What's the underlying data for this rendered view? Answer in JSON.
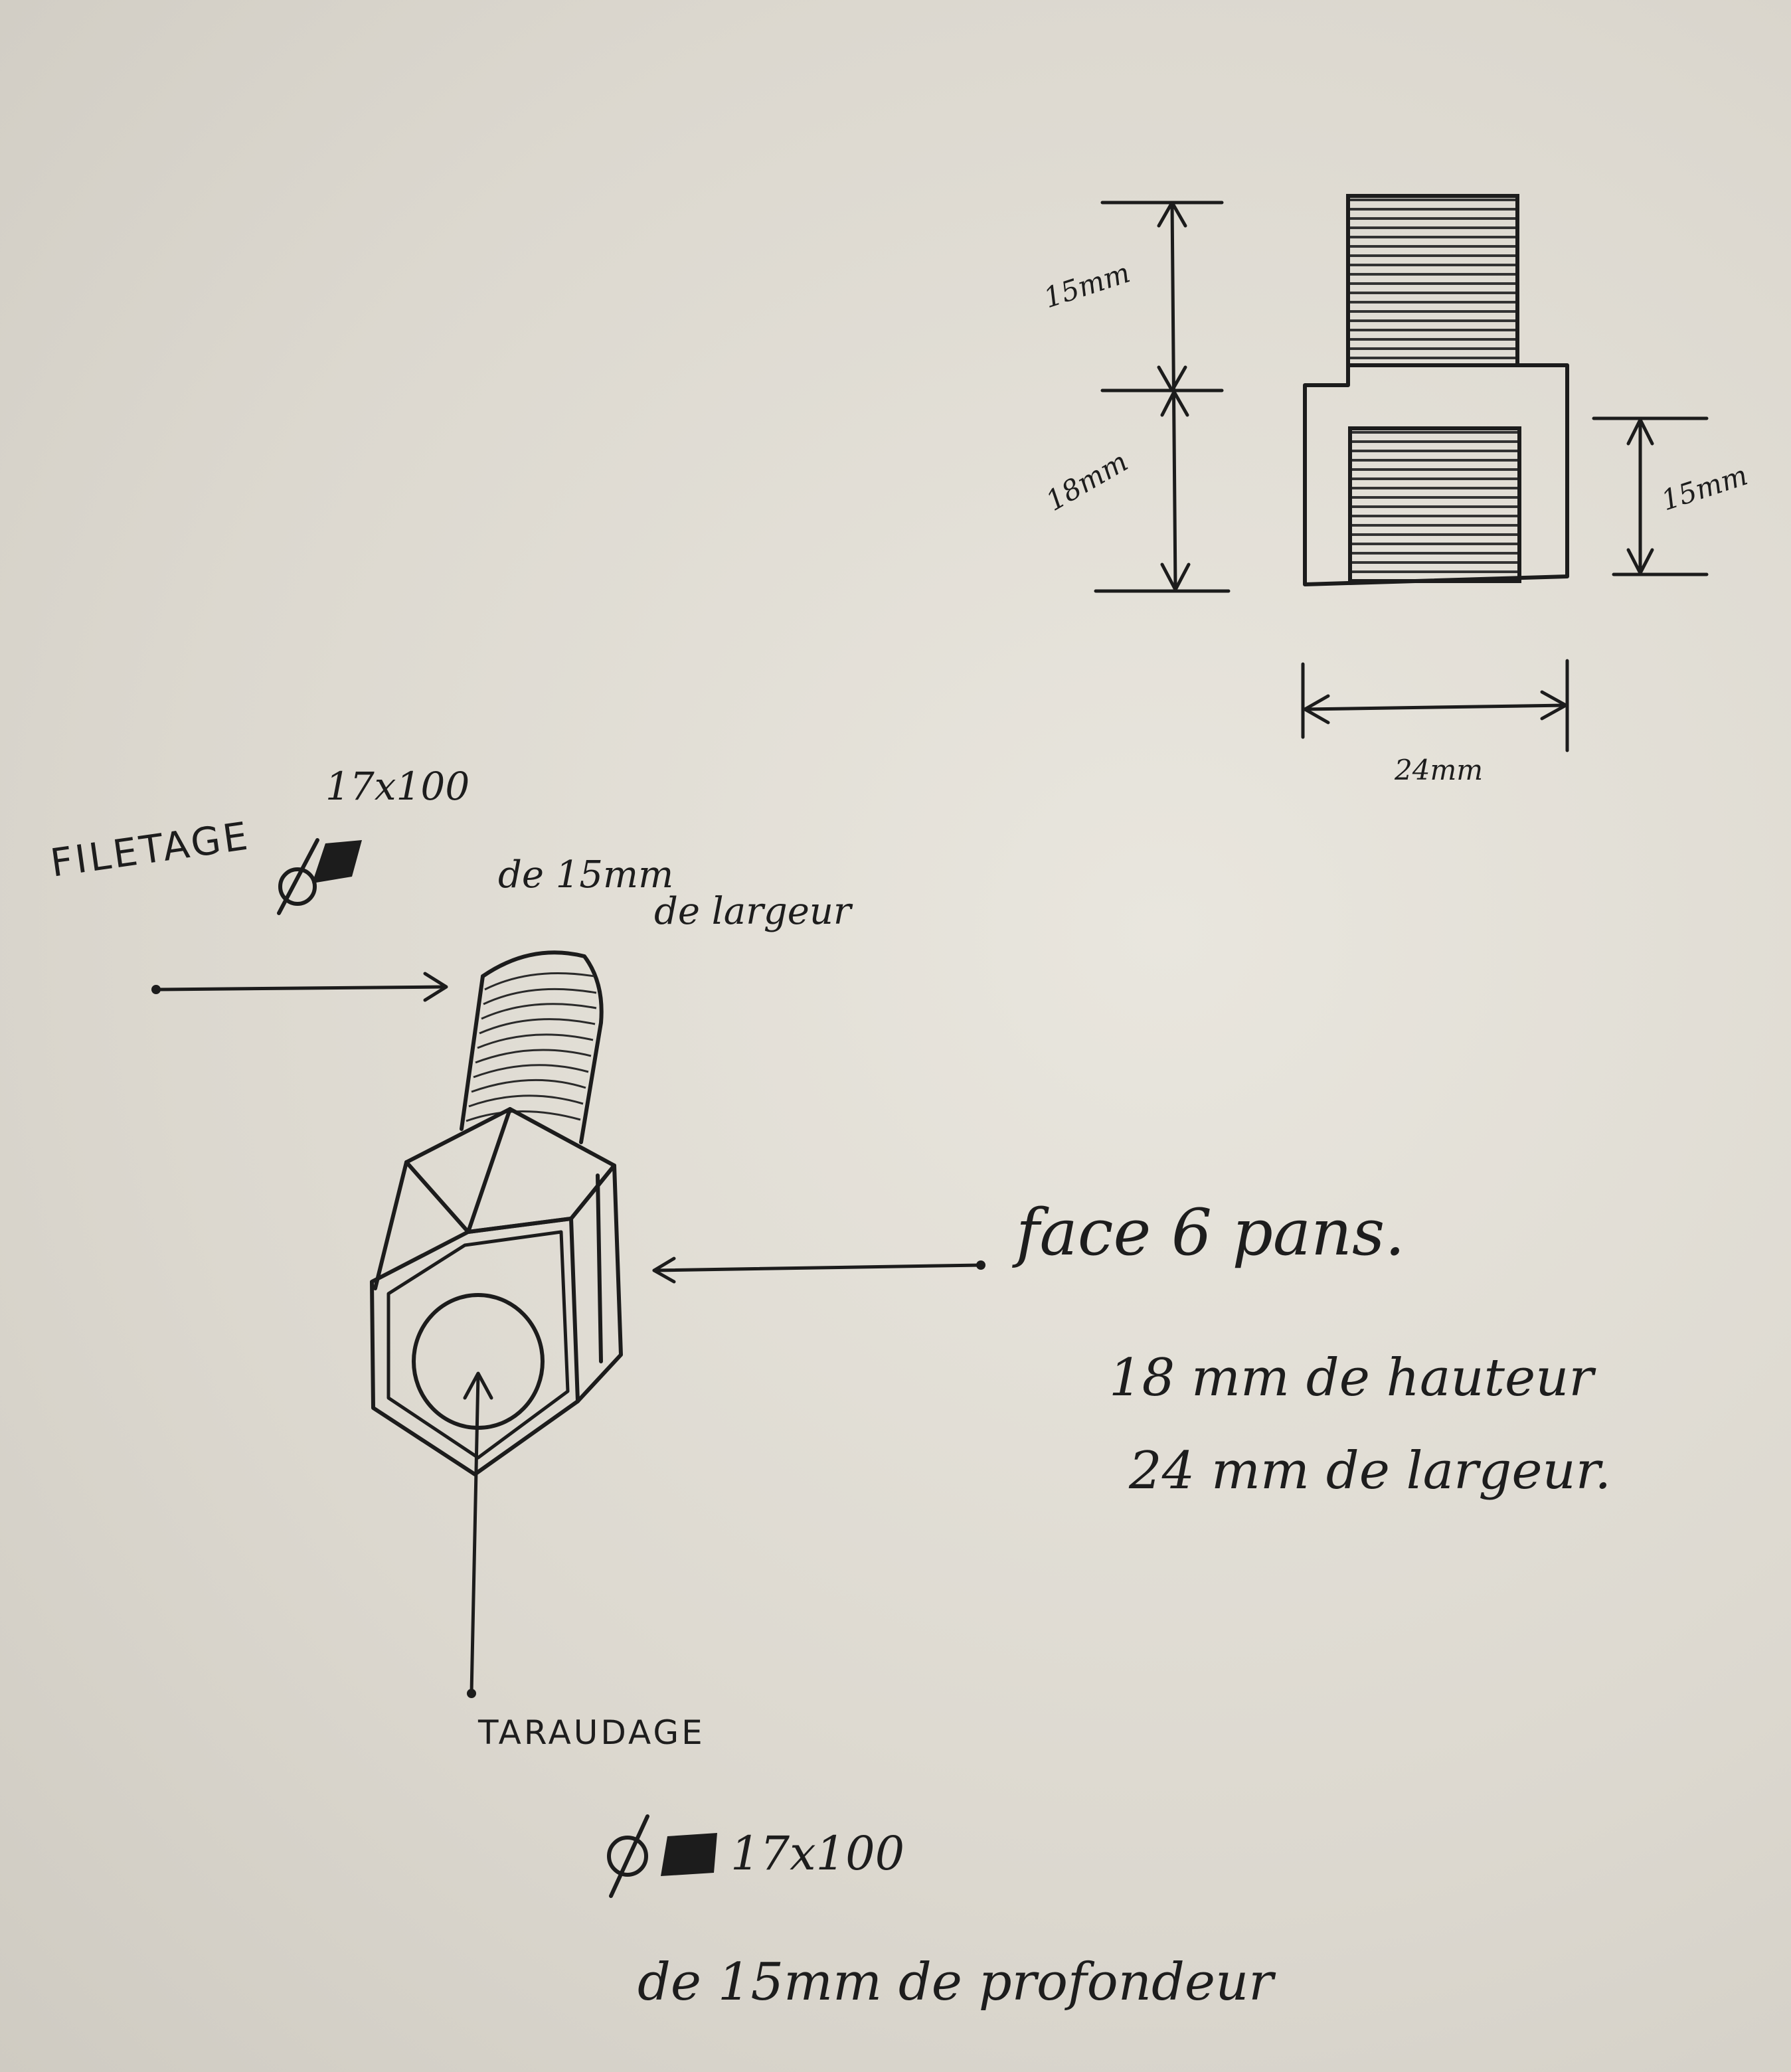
{
  "side_view": {
    "dim_top": "15mm",
    "dim_middle": "18mm",
    "dim_right": "15mm",
    "dim_bottom": "24mm"
  },
  "filetage": {
    "title": "FILETAGE",
    "spec": "17x100",
    "diameter_symbol": "∅",
    "width_line1": "de 15mm",
    "width_line2": "de largeur"
  },
  "face": {
    "title": "face 6 pans.",
    "height": "18 mm de hauteur",
    "width": "24 mm de largeur."
  },
  "taraudage": {
    "title": "TARAUDAGE",
    "spec": "17x100",
    "diameter_symbol": "∅",
    "depth": "de 15mm de profondeur"
  }
}
